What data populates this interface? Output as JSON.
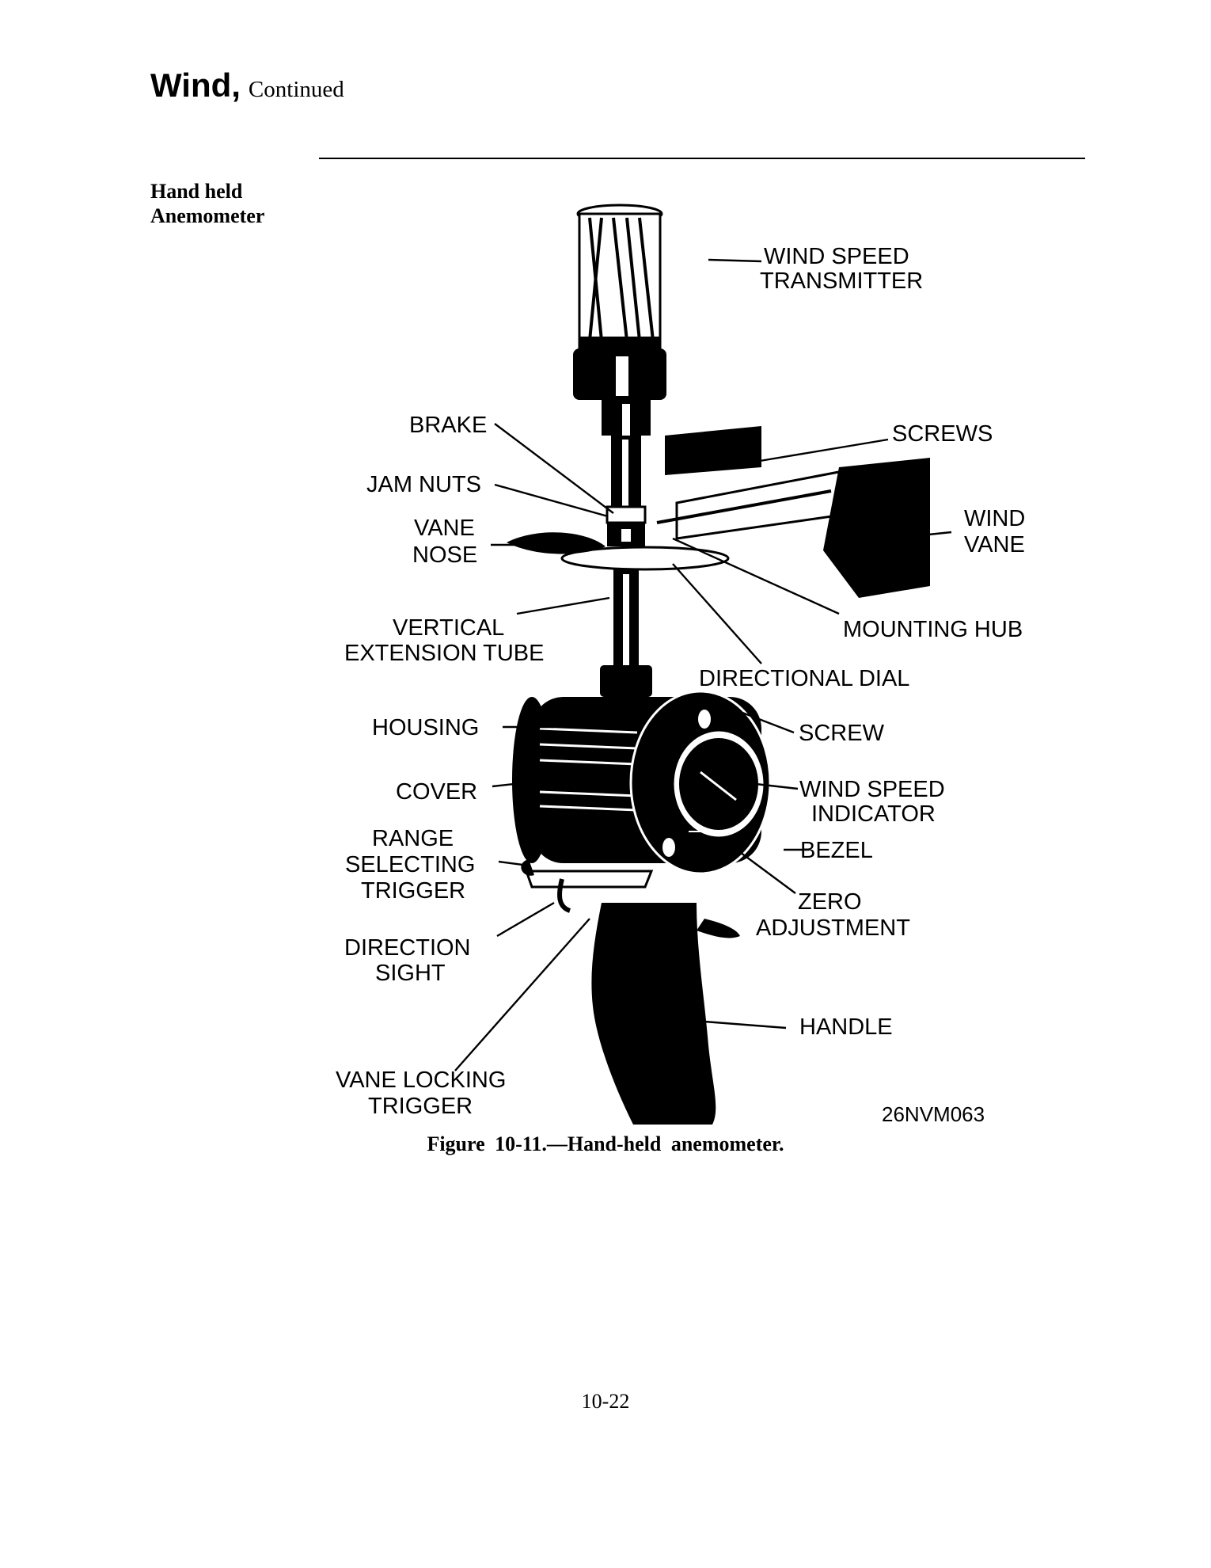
{
  "header": {
    "title": "Wind,",
    "continued": "Continued"
  },
  "side_heading": {
    "line1": "Hand held",
    "line2": "Anemometer"
  },
  "figure": {
    "id_code": "26NVM063",
    "caption": "Figure 10-11.—Hand-held anemometer.",
    "callouts": {
      "wind_speed_transmitter_1": "WIND SPEED",
      "wind_speed_transmitter_2": "TRANSMITTER",
      "brake": "BRAKE",
      "screws": "SCREWS",
      "jam_nuts": "JAM NUTS",
      "vane_nose_1": "VANE",
      "vane_nose_2": "NOSE",
      "wind_vane_1": "WIND",
      "wind_vane_2": "VANE",
      "vertical_extension_tube_1": "VERTICAL",
      "vertical_extension_tube_2": "EXTENSION TUBE",
      "mounting_hub": "MOUNTING HUB",
      "directional_dial": "DIRECTIONAL DIAL",
      "housing": "HOUSING",
      "screw": "SCREW",
      "cover": "COVER",
      "wind_speed_indicator_1": "WIND SPEED",
      "wind_speed_indicator_2": "INDICATOR",
      "range_selecting_trigger_1": "RANGE",
      "range_selecting_trigger_2": "SELECTING",
      "range_selecting_trigger_3": "TRIGGER",
      "bezel": "BEZEL",
      "zero_adjustment_1": "ZERO",
      "zero_adjustment_2": "ADJUSTMENT",
      "direction_sight_1": "DIRECTION",
      "direction_sight_2": "SIGHT",
      "handle": "HANDLE",
      "vane_locking_trigger_1": "VANE LOCKING",
      "vane_locking_trigger_2": "TRIGGER"
    }
  },
  "footer": {
    "page_number": "10-22"
  }
}
